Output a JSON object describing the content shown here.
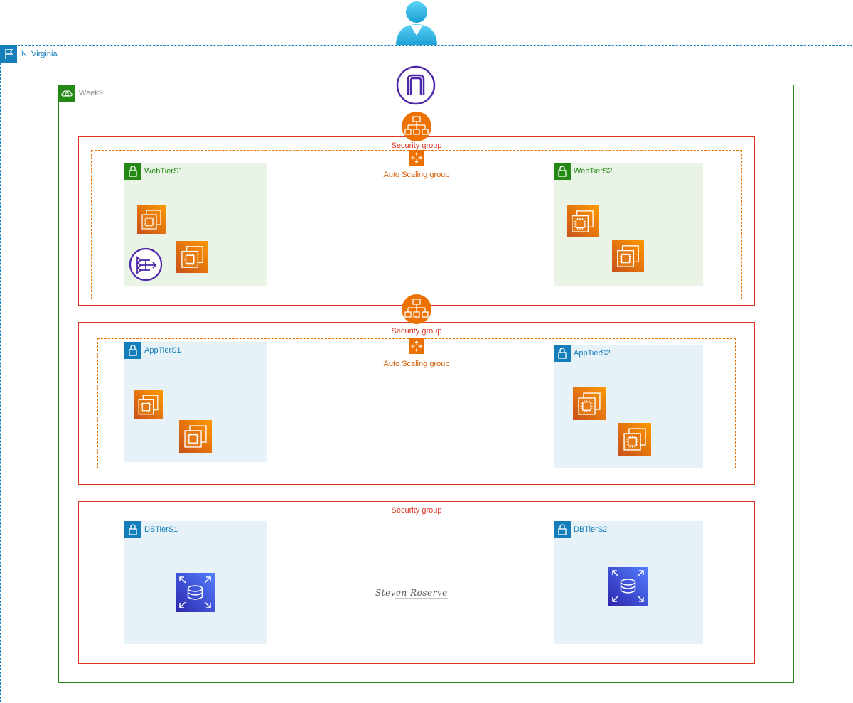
{
  "region": {
    "label": "N. Virginia"
  },
  "vpc": {
    "label": "Week9"
  },
  "security_groups": [
    {
      "label": "Security group"
    },
    {
      "label": "Security group"
    },
    {
      "label": "Security group"
    }
  ],
  "auto_scaling_groups": [
    {
      "label": "Auto Scaling group"
    },
    {
      "label": "Auto Scaling group"
    }
  ],
  "subnets": {
    "web1": "WebTierS1",
    "web2": "WebTierS2",
    "app1": "AppTierS1",
    "app2": "AppTierS2",
    "db1": "DBTierS1",
    "db2": "DBTierS2"
  },
  "signature": "Steven Roserve",
  "icons": {
    "user": "user-icon",
    "internet_gateway": "internet-gateway-icon",
    "load_balancer": "load-balancer-icon",
    "auto_scaling": "auto-scaling-icon",
    "ec2": "ec2-instance-icon",
    "nat_gateway": "nat-gateway-icon",
    "rds": "rds-icon",
    "lock": "lock-icon"
  },
  "colors": {
    "region": "#147eba",
    "vpc": "#248814",
    "security_group": "#dd3522",
    "auto_scaling": "#ed7100",
    "public_subnet": "#e9f3e6",
    "private_subnet": "#e6f2f8",
    "ec2": "#ed7100",
    "rds": "#3b48cc",
    "internet_gateway": "#4d27aa"
  }
}
